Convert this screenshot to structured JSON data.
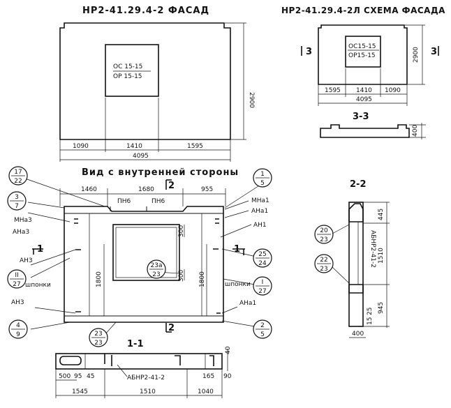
{
  "titles": {
    "facade": "НР2-41.29.4-2 ФАСАД",
    "scheme": "НР2-41.29.4-2Л СХЕМА ФАСАДА",
    "inner_view": "Вид с внутренней стороны",
    "sec_11": "1-1",
    "sec_22": "2-2",
    "sec_33": "3-3"
  },
  "facade": {
    "window_top": "ОС 15-15",
    "window_bot": "ОР 15-15",
    "height": "2900",
    "dims": [
      "1090",
      "1410",
      "1595"
    ],
    "total": "4095"
  },
  "scheme": {
    "window_top": "ОС15-15",
    "window_bot": "ОР15-15",
    "height": "2900",
    "dims": [
      "1595",
      "1410",
      "1090"
    ],
    "total": "4095",
    "cut_left": "3",
    "cut_right": "3",
    "sec33_h": "400"
  },
  "inner": {
    "top_dims": [
      "1460",
      "1680",
      "955"
    ],
    "pn_left": "ПН6",
    "pn_right": "ПН6",
    "cut_top": "2",
    "cut_bottom": "2",
    "cut_left": "1",
    "cut_right": "1",
    "h_left": "1800",
    "h_right": "1800",
    "w_top": "300",
    "w_bot": "300",
    "labels": {
      "mna3": "МНа3",
      "ana3_top": "АНа3",
      "an3_mid": "АН3",
      "shponki_left": "шпонки",
      "an3_bot": "АН3",
      "mna1": "МНа1",
      "ana1_top": "АНа1",
      "an1": "АН1",
      "shponki_right": "шпонки",
      "ana1_bot": "АНа1"
    },
    "callouts": [
      {
        "top": "17",
        "bot": "22"
      },
      {
        "top": "3",
        "bot": "7"
      },
      {
        "top": "II",
        "bot": "27"
      },
      {
        "top": "4",
        "bot": "9"
      },
      {
        "top": "1",
        "bot": "5"
      },
      {
        "top": "25",
        "bot": "24"
      },
      {
        "top": "I",
        "bot": "27"
      },
      {
        "top": "2",
        "bot": "5"
      },
      {
        "top": "23a",
        "bot": "23"
      },
      {
        "top": "23",
        "bot": "23"
      }
    ]
  },
  "sec22": {
    "callouts": [
      {
        "top": "20",
        "bot": "23"
      },
      {
        "top": "22",
        "bot": "23"
      }
    ],
    "dims": [
      "445",
      "1510",
      "945"
    ],
    "small": "25",
    "small2": "15",
    "width": "400",
    "mark": "АБНР2-41-2"
  },
  "sec11": {
    "mark": "АБНР2-41-2",
    "small_dims": [
      "500",
      "95",
      "45"
    ],
    "small_right": [
      "165",
      "90"
    ],
    "height": "40",
    "dims": [
      "1545",
      "1510",
      "1040"
    ]
  }
}
